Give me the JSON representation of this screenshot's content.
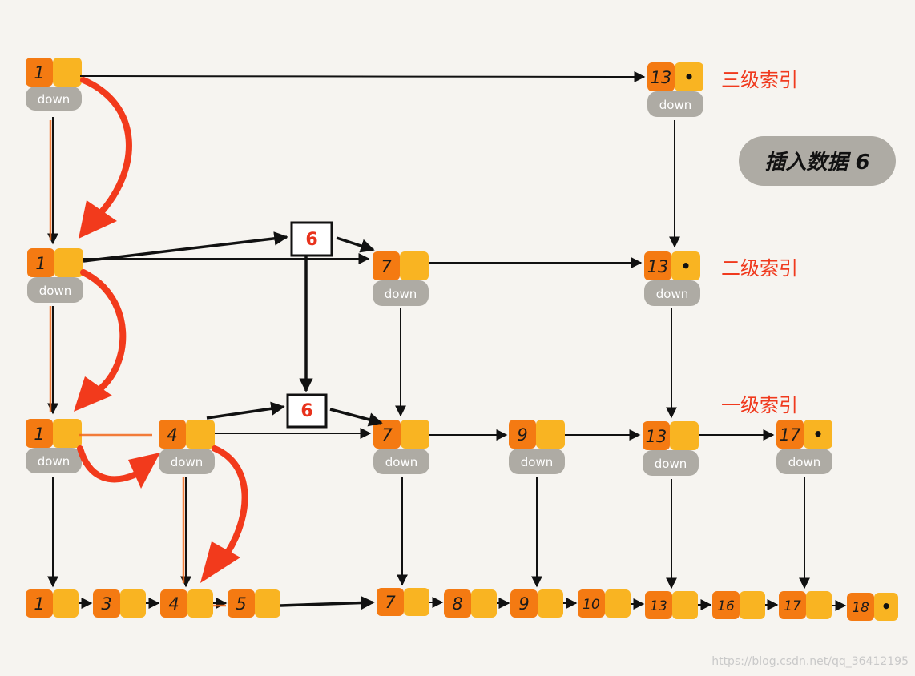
{
  "colors": {
    "node_value": "#f47a12",
    "node_pointer": "#f9b422",
    "down_tag": "#aeaba4",
    "level_label": "#f03a1e",
    "path_arrow": "#f23a1c",
    "new_node_text": "#e8321c",
    "background": "#f6f4f0"
  },
  "level_labels": {
    "level3": "三级索引",
    "level2": "二级索引",
    "level1": "一级索引"
  },
  "annotation": "插入数据 6",
  "down_label": "down",
  "end_marker": "•",
  "new_node_value": "6",
  "level3_nodes": [
    "1",
    "13"
  ],
  "level2_nodes": [
    "1",
    "7",
    "13"
  ],
  "level1_nodes": [
    "1",
    "4",
    "7",
    "9",
    "13",
    "17"
  ],
  "base_nodes": [
    "1",
    "3",
    "4",
    "5",
    "7",
    "8",
    "9",
    "10",
    "13",
    "16",
    "17",
    "18"
  ],
  "watermark": "https://blog.csdn.net/qq_36412195"
}
